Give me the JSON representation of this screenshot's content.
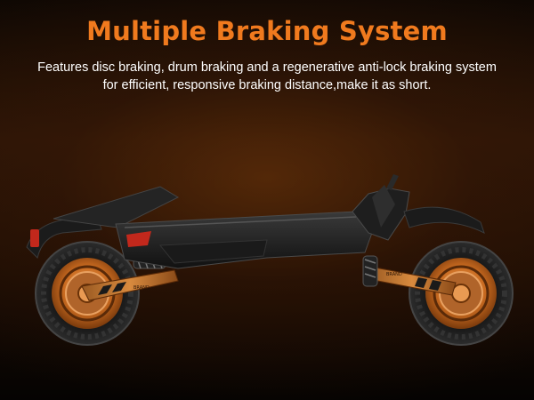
{
  "banner": {
    "title": "Multiple Braking System",
    "description": "Features disc braking, drum braking and a regenerative anti-lock braking system for efficient, responsive braking distance,make it as short.",
    "brand_label": "BRAND"
  },
  "colors": {
    "title": "#f07a1e",
    "body_text": "#ffffff",
    "accent": "#e87a1c"
  }
}
